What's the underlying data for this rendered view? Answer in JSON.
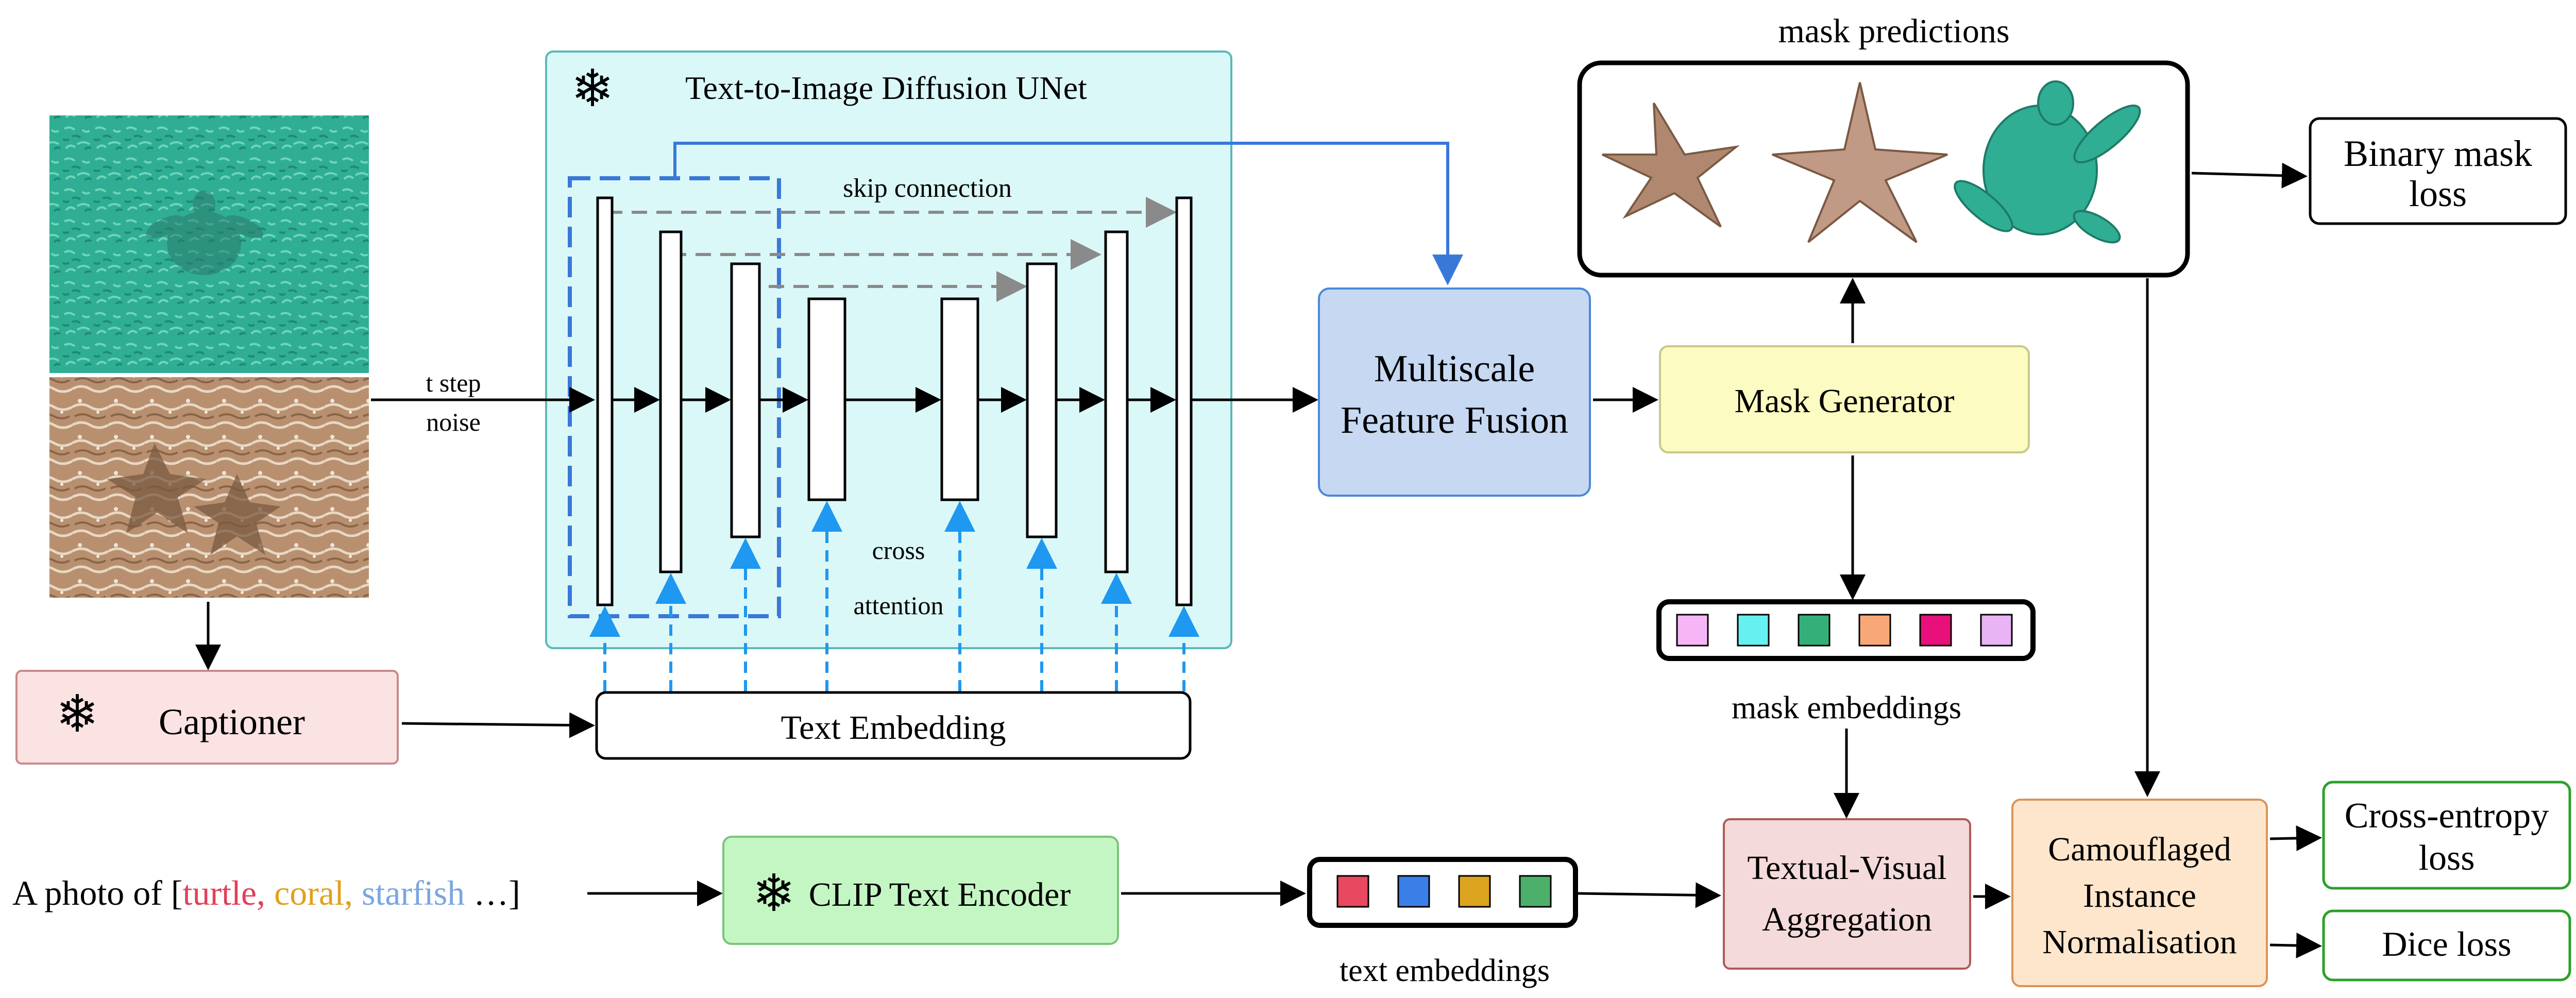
{
  "unet": {
    "title": "Text-to-Image Diffusion UNet",
    "skip_label": "skip connection",
    "cross_label_1": "cross",
    "cross_label_2": "attention"
  },
  "input": {
    "noise_label_1": "t step",
    "noise_label_2": "noise"
  },
  "captioner": {
    "label": "Captioner"
  },
  "text_embedding": {
    "label": "Text Embedding"
  },
  "fusion": {
    "line1": "Multiscale",
    "line2": "Feature Fusion"
  },
  "mask_generator": {
    "label": "Mask Generator"
  },
  "mask_predictions": {
    "title": "mask predictions"
  },
  "binary_loss": {
    "line1": "Binary mask",
    "line2": "loss"
  },
  "mask_embeddings": {
    "label": "mask embeddings",
    "colors": [
      "#f6b6f6",
      "#66f0f0",
      "#33b07a",
      "#f8a878",
      "#e8107a",
      "#e8b4f4"
    ]
  },
  "tva": {
    "line1": "Textual-Visual",
    "line2": "Aggregation"
  },
  "cin": {
    "line1": "Camouflaged",
    "line2": "Instance",
    "line3": "Normalisation"
  },
  "ce_loss": {
    "line1": "Cross-entropy",
    "line2": "loss"
  },
  "dice_loss": {
    "label": "Dice loss"
  },
  "prompt": {
    "prefix": "A photo of [",
    "w1": "turtle,",
    "w1_color": "#e0405a",
    "w2": "coral,",
    "w2_color": "#e0a020",
    "w3": "starfish",
    "w3_color": "#7aa6e0",
    "suffix": " …]"
  },
  "clip": {
    "label": "CLIP Text Encoder"
  },
  "text_embeddings": {
    "label": "text embeddings",
    "colors": [
      "#e84860",
      "#3a7ee8",
      "#dca41e",
      "#4cb06a"
    ]
  },
  "icons": {
    "frozen": "snowflake-icon"
  }
}
